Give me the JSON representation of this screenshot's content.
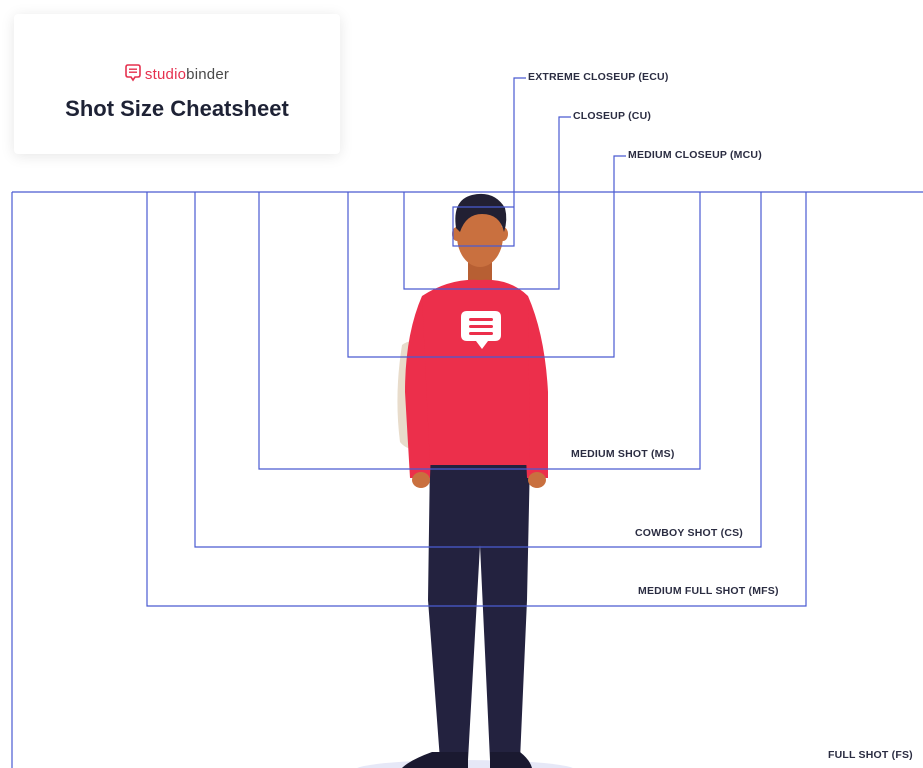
{
  "brand": {
    "prefix": "studio",
    "suffix": "binder",
    "icon": "chat-bubble-logo-icon"
  },
  "title": "Shot Size Cheatsheet",
  "shots": [
    {
      "id": "ecu",
      "label": "EXTREME CLOSEUP (ECU)"
    },
    {
      "id": "cu",
      "label": "CLOSEUP (CU)"
    },
    {
      "id": "mcu",
      "label": "MEDIUM CLOSEUP (MCU)"
    },
    {
      "id": "ms",
      "label": "MEDIUM SHOT (MS)"
    },
    {
      "id": "cs",
      "label": "COWBOY SHOT (CS)"
    },
    {
      "id": "mfs",
      "label": "MEDIUM FULL SHOT (MFS)"
    },
    {
      "id": "fs",
      "label": "FULL SHOT (FS)"
    }
  ],
  "colors": {
    "frame_line": "#4a5bd1",
    "sweater": "#ec2f4b",
    "pants": "#23223f",
    "skin": "#c9703f",
    "hair": "#222033",
    "bag": "#e8dccb",
    "brand_red": "#e5314f",
    "title_text": "#1e2235"
  }
}
